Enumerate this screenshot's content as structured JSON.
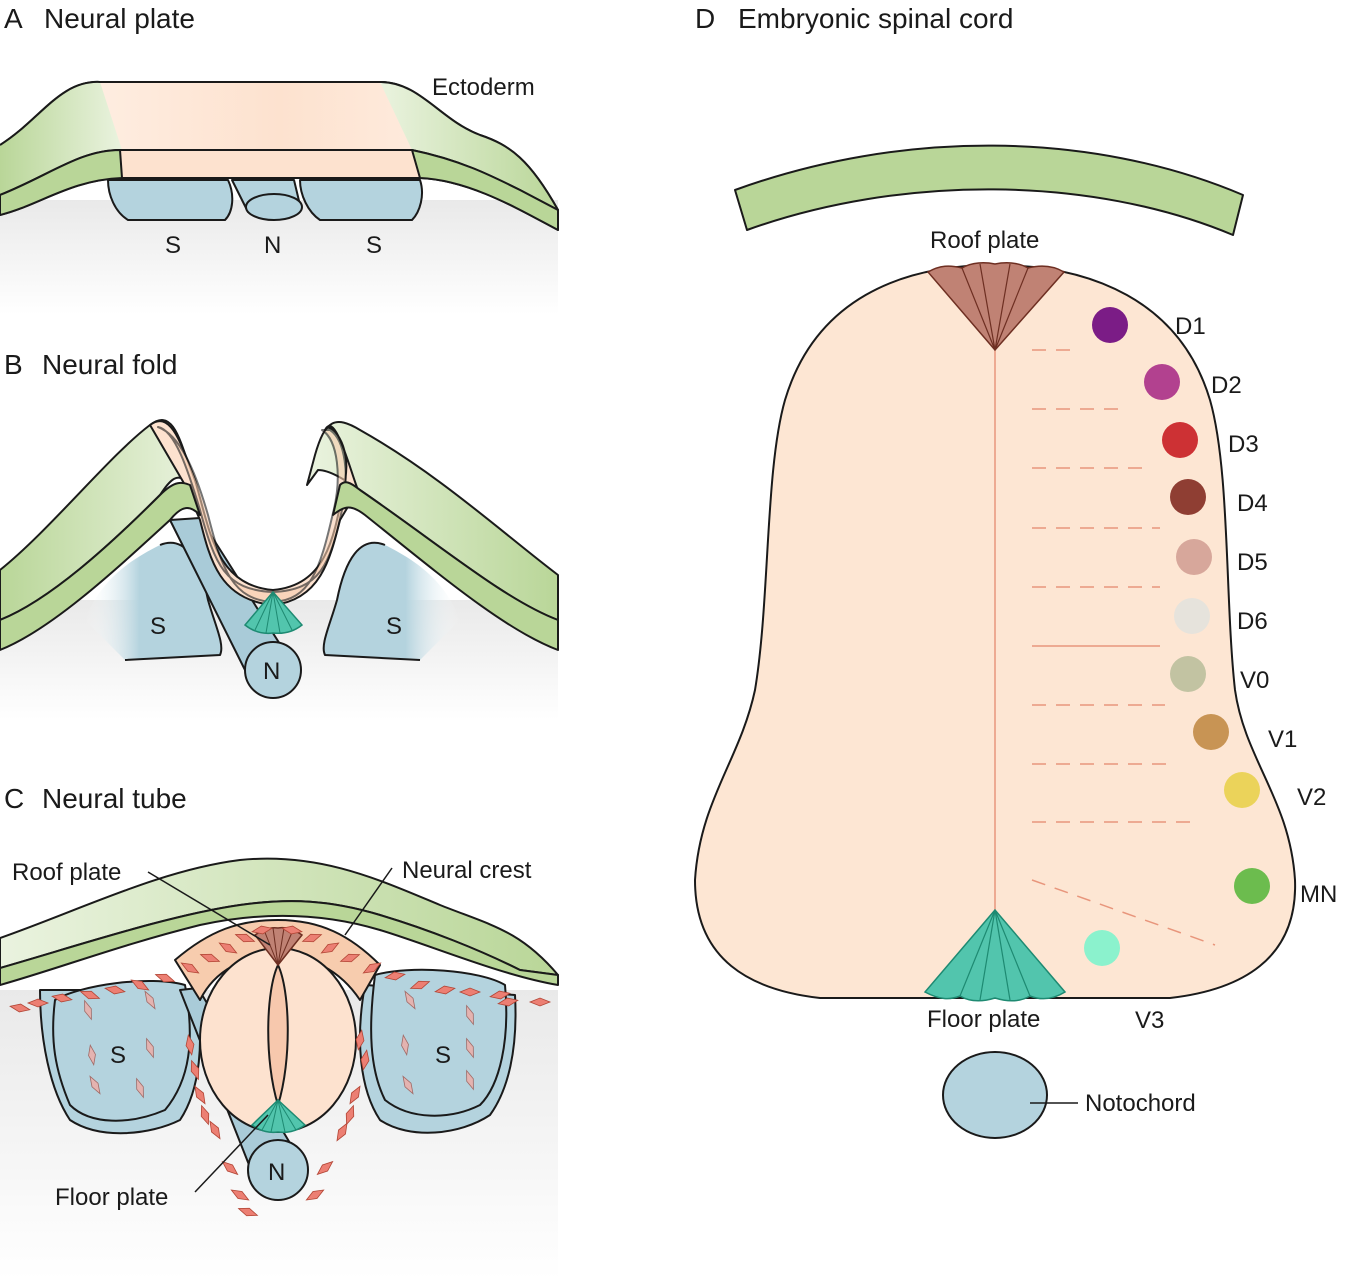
{
  "panels": {
    "a": {
      "letter": "A",
      "title": "Neural plate",
      "ectoderm": "Ectoderm",
      "somite_left": "S",
      "notochord": "N",
      "somite_right": "S"
    },
    "b": {
      "letter": "B",
      "title": "Neural fold",
      "somite_left": "S",
      "somite_right": "S",
      "notochord": "N"
    },
    "c": {
      "letter": "C",
      "title": "Neural tube",
      "roof_plate": "Roof plate",
      "neural_crest": "Neural crest",
      "floor_plate": "Floor plate",
      "somite_left": "S",
      "somite_right": "S",
      "notochord": "N"
    },
    "d": {
      "letter": "D",
      "title": "Embryonic spinal cord",
      "roof_plate": "Roof plate",
      "floor_plate": "Floor plate",
      "notochord": "Notochord",
      "domains": [
        {
          "label": "D1",
          "color": "#7b1c86"
        },
        {
          "label": "D2",
          "color": "#b2418f"
        },
        {
          "label": "D3",
          "color": "#cd3134"
        },
        {
          "label": "D4",
          "color": "#8f3e33"
        },
        {
          "label": "D5",
          "color": "#d7a79b"
        },
        {
          "label": "D6",
          "color": "#e6e3dc"
        },
        {
          "label": "V0",
          "color": "#c2c3a2"
        },
        {
          "label": "V1",
          "color": "#c89454"
        },
        {
          "label": "V2",
          "color": "#ebd35a"
        },
        {
          "label": "MN",
          "color": "#6cbc4e"
        },
        {
          "label": "V3",
          "color": "#8bf2cd"
        }
      ]
    }
  },
  "colors": {
    "ectoderm_green": "#b9d698",
    "neural_peach": "#fde6d3",
    "somite_blue": "#b4d3de",
    "roof_brown": "#c08274",
    "floor_teal": "#52c5ad",
    "crest_red": "#ec7f73",
    "background_gray": "#ececec"
  }
}
